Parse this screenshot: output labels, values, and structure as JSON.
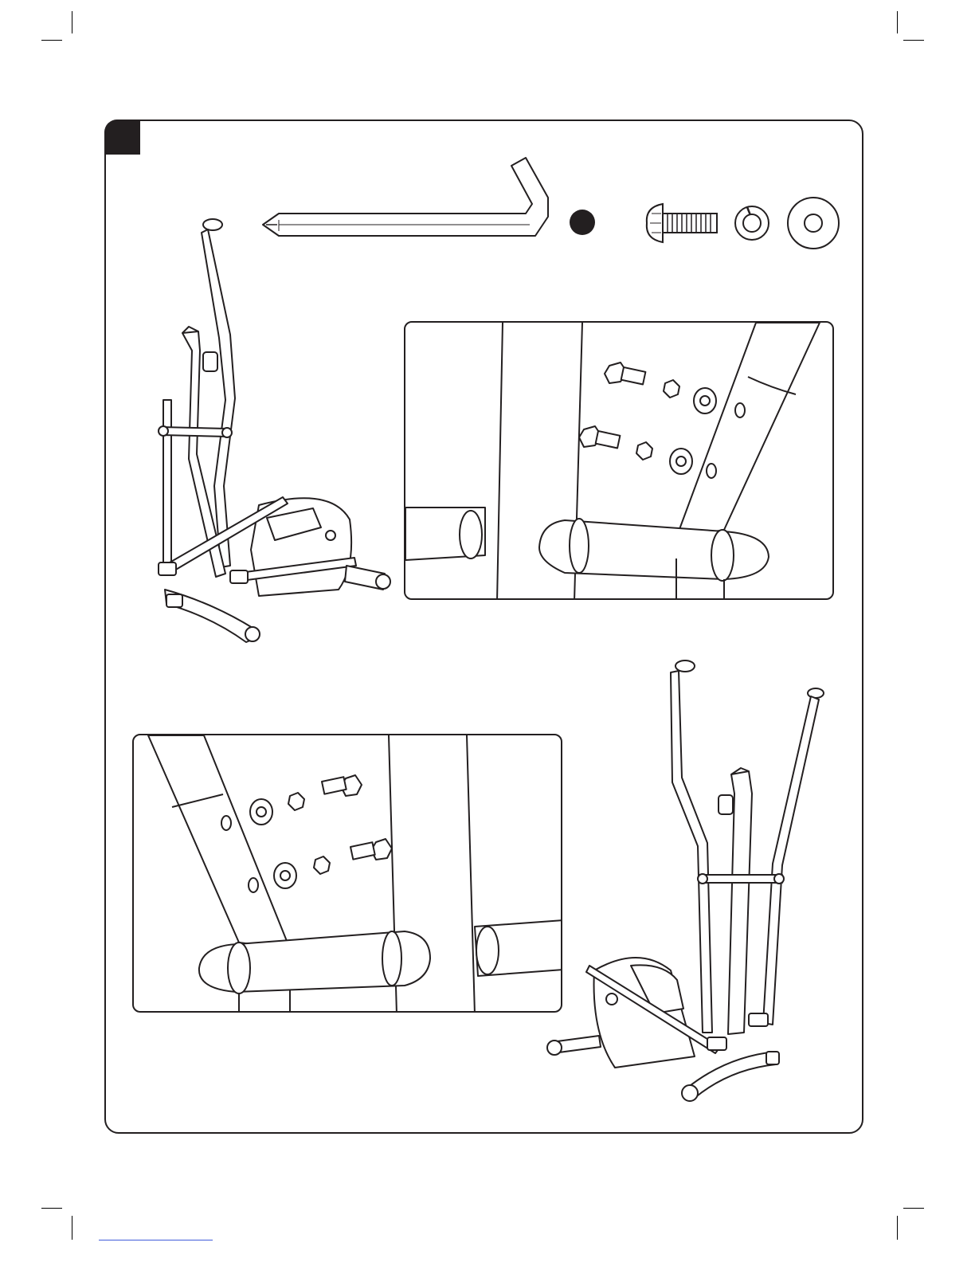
{
  "page": {
    "step_number": "",
    "colors": {
      "ink": "#231f20",
      "paper": "#ffffff",
      "link": "#3f5bd9"
    }
  },
  "parts": {
    "icons": [
      "allen-key-icon",
      "screw-cap-icon",
      "bolt-icon",
      "spring-washer-icon",
      "flat-washer-icon"
    ],
    "part_codes": []
  },
  "figures": [
    "machine-left-view",
    "detail-right-handlebar-bolts",
    "detail-left-handlebar-bolts",
    "machine-front-view"
  ]
}
